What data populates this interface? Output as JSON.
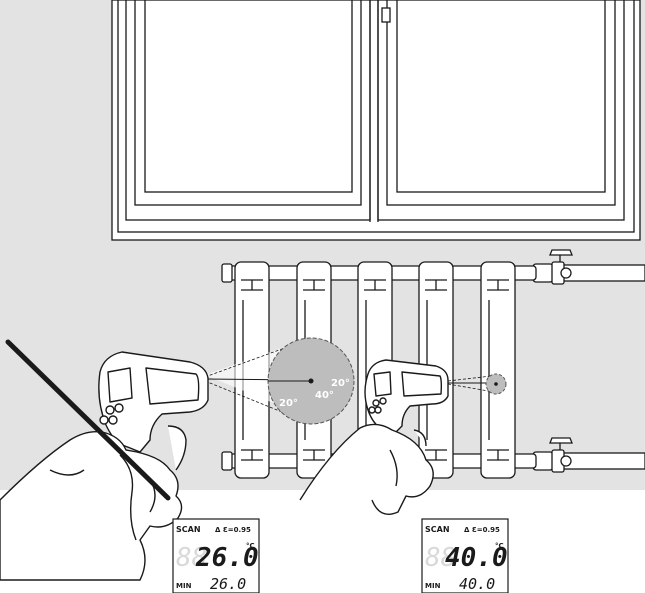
{
  "measurements": [
    {
      "id": "wide",
      "angle_center": "40°",
      "angle_upper": "20°",
      "angle_lower": "20°",
      "display": {
        "mode": "SCAN",
        "emissivity": "Δ Ɛ=0.95",
        "main_value": "26.0",
        "unit": "°C",
        "min_label": "MIN",
        "min_value": "26.0",
        "ghost_digits": "88"
      }
    },
    {
      "id": "narrow",
      "display": {
        "mode": "SCAN",
        "emissivity": "Δ Ɛ=0.95",
        "main_value": "40.0",
        "unit": "°C",
        "min_label": "MIN",
        "min_value": "40.0",
        "ghost_digits": "88"
      }
    }
  ],
  "colors": {
    "wall": "#e3e3e3",
    "cone_wide": "#bdbdbd",
    "cone_narrow": "#bdbdbd",
    "ink": "#1a1a1a",
    "radiator": "#ffffff",
    "lcd_ghost": "#d9d9d9"
  },
  "icons": [
    "thermometer-gun-icon",
    "radiator-icon",
    "window-icon",
    "valve-icon",
    "strike-through-line"
  ]
}
